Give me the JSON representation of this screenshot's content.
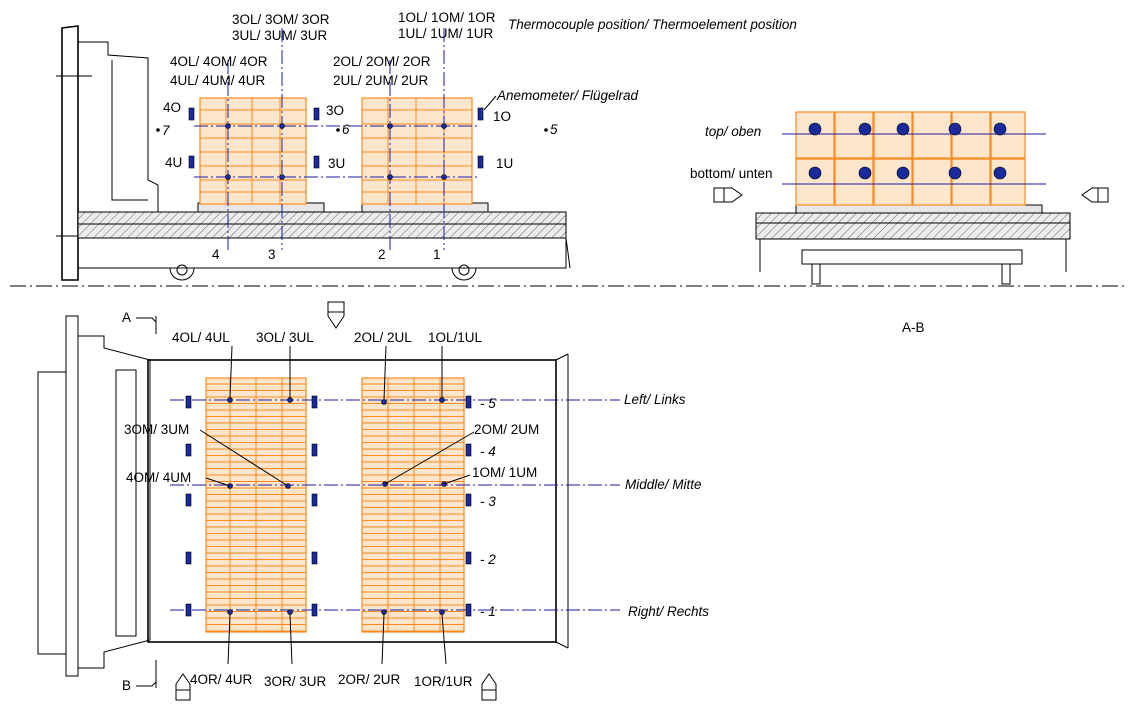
{
  "header": {
    "legend": "Thermocouple position/ Thermoelement position"
  },
  "side_view": {
    "top_groups": [
      {
        "line1": "3OL/ 3OM/ 3OR",
        "line2": "3UL/ 3UM/ 3UR"
      },
      {
        "line1": "1OL/ 1OM/ 1OR",
        "line2": "1UL/ 1UM/ 1UR"
      },
      {
        "line1": "4OL/ 4OM/ 4OR",
        "line2": "4UL/ 4UM/ 4UR"
      },
      {
        "line1": "2OL/ 2OM/ 2OR",
        "line2": "2UL/ 2UM/ 2UR"
      }
    ],
    "anemometer": "Anemometer/ Flügelrad",
    "positions": {
      "p4O": "4O",
      "p3O": "3O",
      "p1O": "1O",
      "p4U": "4U",
      "p3U": "3U",
      "p1U": "1U",
      "p7": "7",
      "p6": "6",
      "p5": "5"
    },
    "sections": [
      "4",
      "3",
      "2",
      "1"
    ]
  },
  "end_view": {
    "top": "top/ oben",
    "bottom": "bottom/ unten",
    "section": "A-B"
  },
  "plan_view": {
    "section_a": "A",
    "section_b": "B",
    "top_labels": [
      "4OL/ 4UL",
      "3OL/ 3UL",
      "2OL/ 2UL",
      "1OL/1UL"
    ],
    "mid_labels": {
      "l3": "3OM/ 3UM",
      "l4": "4OM/ 4UM",
      "l2": "2OM/ 2UM",
      "l1": "1OM/ 1UM"
    },
    "bottom_labels": [
      "4OR/ 4UR",
      "3OR/ 3UR",
      "2OR/ 2UR",
      "1OR/1UR"
    ],
    "rows": {
      "left": "Left/ Links",
      "middle": "Middle/ Mitte",
      "right": "Right/ Rechts"
    },
    "anemometer_numbers": [
      "5",
      "4",
      "3",
      "2",
      "1"
    ]
  },
  "colors": {
    "brick_stroke": "#ff8a1f",
    "brick_fill": "#fde6cc",
    "sensor": "#1a2a9e",
    "dash_line": "#1a1aa6"
  }
}
